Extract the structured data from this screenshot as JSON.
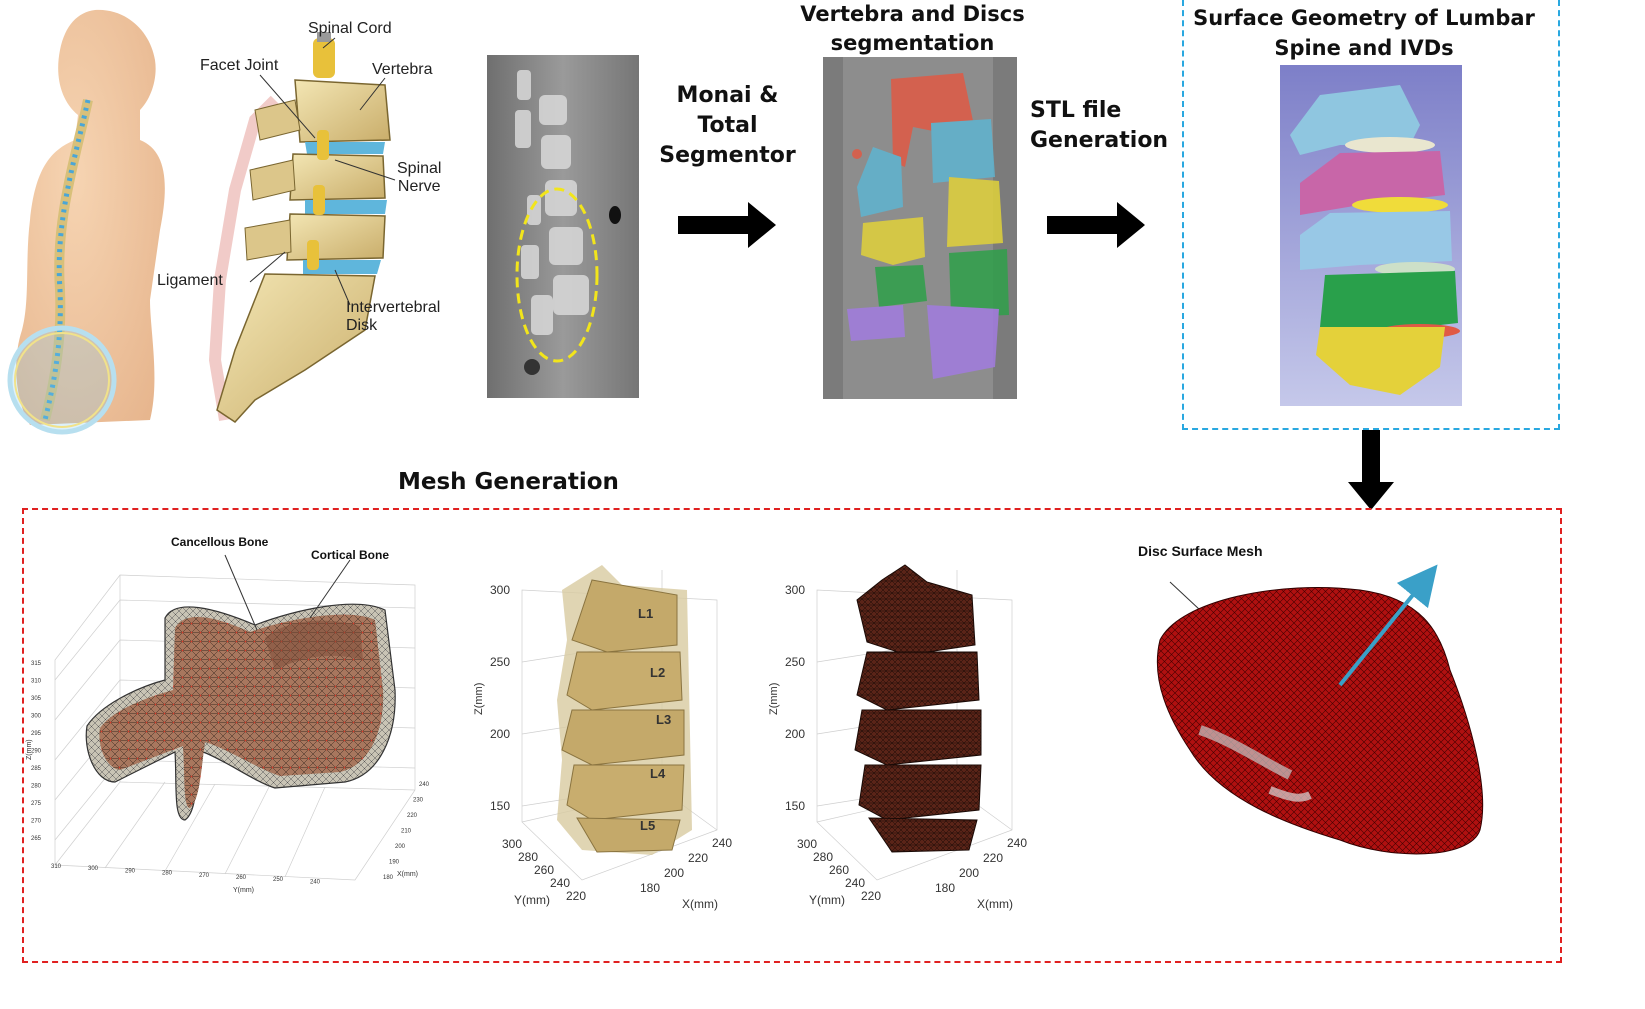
{
  "anatomy": {
    "spinal_cord": "Spinal Cord",
    "facet_joint": "Facet Joint",
    "vertebra": "Vertebra",
    "spinal_nerve": "Spinal\nNerve",
    "ligament": "Ligament",
    "ivd": "Intervertebral\nDisk"
  },
  "step1": {
    "label": "Monai &\nTotal\nSegmentor"
  },
  "segmentation": {
    "title": "Vertebra and Discs\nsegmentation"
  },
  "step2": {
    "label": "STL file\nGeneration"
  },
  "surface": {
    "title": "Surface Geometry of Lumbar\nSpine and IVDs"
  },
  "mesh": {
    "title": "Mesh Generation",
    "cancellous": "Cancellous Bone",
    "cortical": "Cortical Bone",
    "disc_mesh": "Disc Surface Mesh",
    "vertebra_labels": [
      "L1",
      "L2",
      "L3",
      "L4",
      "L5"
    ],
    "plot1": {
      "z_ticks": [
        "315",
        "310",
        "305",
        "300",
        "295",
        "290",
        "285",
        "280",
        "275",
        "270",
        "265"
      ],
      "y_ticks": [
        "310",
        "300",
        "290",
        "280",
        "270",
        "260",
        "250",
        "240"
      ],
      "x_ticks": [
        "240",
        "230",
        "220",
        "210",
        "200",
        "190",
        "180"
      ],
      "z_label": "Z(mm)",
      "y_label": "Y(mm)",
      "x_label": "X(mm)"
    },
    "plot2": {
      "z_ticks": [
        "300",
        "250",
        "200",
        "150"
      ],
      "y_ticks": [
        "300",
        "280",
        "260",
        "240",
        "220"
      ],
      "x_ticks": [
        "180",
        "200",
        "220",
        "240"
      ],
      "z_label": "Z(mm)",
      "y_label": "Y(mm)",
      "x_label": "X(mm)"
    },
    "plot3": {
      "z_ticks": [
        "300",
        "250",
        "200",
        "150"
      ],
      "y_ticks": [
        "300",
        "280",
        "260",
        "240",
        "220"
      ],
      "x_ticks": [
        "180",
        "200",
        "220",
        "240"
      ],
      "z_label": "Z(mm)",
      "y_label": "Y(mm)",
      "x_label": "X(mm)"
    }
  },
  "colors": {
    "red_dash": "#e02020",
    "blue_dash": "#29a8e0",
    "skin": "#eec7a3",
    "bone": "#e8d49a",
    "disc": "#5fb6dc"
  }
}
